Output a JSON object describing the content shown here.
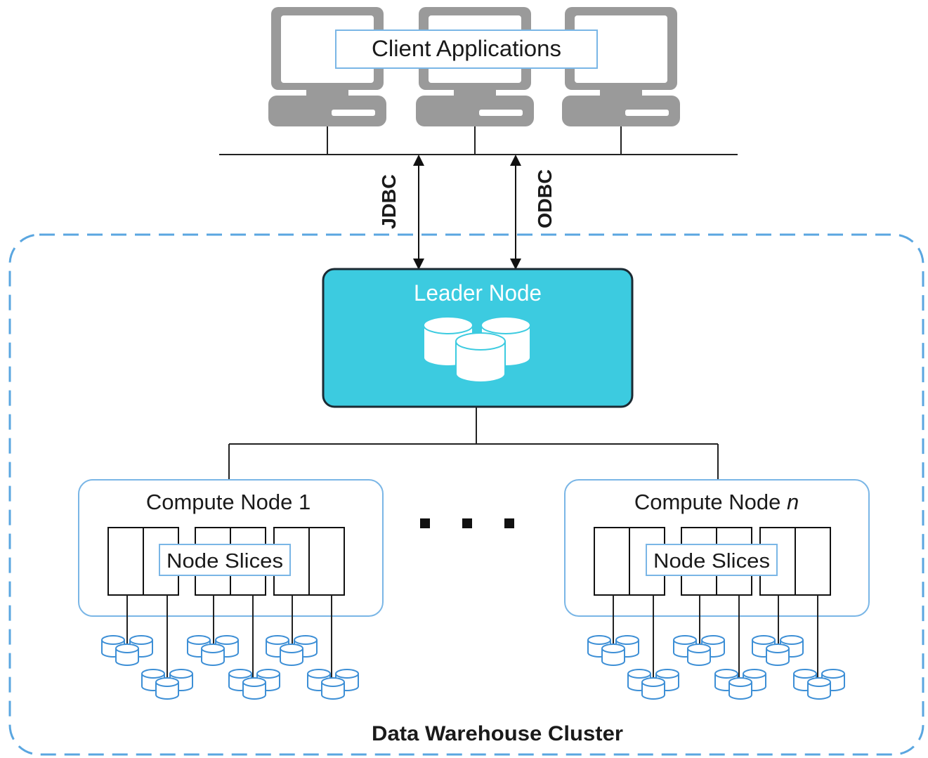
{
  "diagram": {
    "client_label": "Client Applications",
    "protocols": {
      "left": "JDBC",
      "right": "ODBC"
    },
    "leader": {
      "label": "Leader Node"
    },
    "compute_nodes": [
      {
        "prefix": "Compute Node ",
        "suffix": "1",
        "slices_label": "Node Slices"
      },
      {
        "prefix": "Compute Node ",
        "suffix": "n",
        "slices_label": "Node Slices"
      }
    ],
    "cluster_label": "Data Warehouse Cluster"
  },
  "colors": {
    "leader_fill": "#3ccbe0",
    "leader_border": "#1b2a33",
    "cluster_border": "#5aa6e0",
    "box_border": "#7ab6e6",
    "db_stroke": "#3d8fd6",
    "db_fill": "#ffffff",
    "monitor_fill": "#9a9a9a",
    "monitor_screen": "#ffffff",
    "line": "#222222"
  },
  "icons": {
    "client_computer": "monitor-icon",
    "leader_db": "database-stack-icon",
    "disk": "database-disk-icon"
  }
}
